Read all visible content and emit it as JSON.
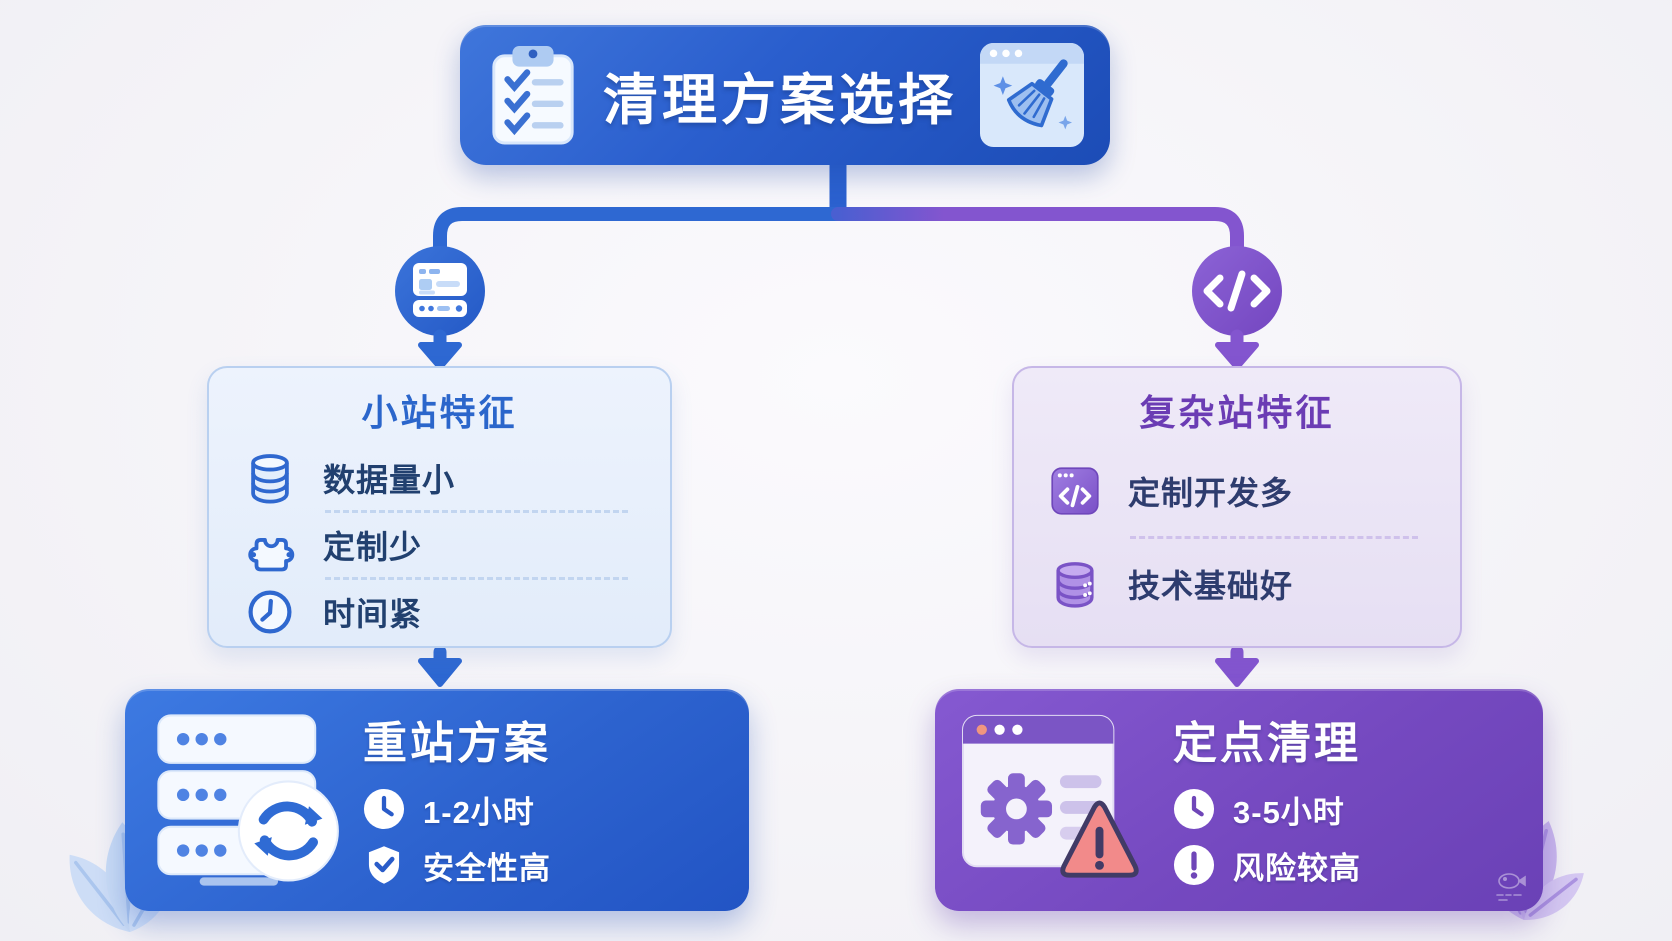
{
  "header": {
    "title": "清理方案选择",
    "left_icon": "clipboard-checklist-icon",
    "right_icon": "clean-window-broom-icon"
  },
  "branch_nodes": {
    "left_icon": "server-window-icon",
    "right_icon": "code-icon",
    "code_glyph": "</>"
  },
  "left_branch": {
    "feature_card": {
      "title": "小站特征",
      "items": [
        {
          "icon": "database-icon",
          "label": "数据量小"
        },
        {
          "icon": "puzzle-icon",
          "label": "定制少"
        },
        {
          "icon": "clock-icon",
          "label": "时间紧"
        }
      ]
    },
    "plan_card": {
      "title": "重站方案",
      "icon": "server-sync-icon",
      "items": [
        {
          "icon": "clock-badge-icon",
          "label": "1-2小时"
        },
        {
          "icon": "shield-check-icon",
          "label": "安全性高"
        }
      ]
    }
  },
  "right_branch": {
    "feature_card": {
      "title": "复杂站特征",
      "items": [
        {
          "icon": "code-window-icon",
          "label": "定制开发多"
        },
        {
          "icon": "database-icon",
          "label": "技术基础好"
        }
      ]
    },
    "plan_card": {
      "title": "定点清理",
      "icon": "browser-gear-warning-icon",
      "items": [
        {
          "icon": "clock-badge-icon",
          "label": "3-5小时"
        },
        {
          "icon": "exclamation-badge-icon",
          "label": "风险较高"
        }
      ]
    }
  },
  "colors": {
    "blue_primary": "#2e6ad3",
    "blue_dark": "#1c4cb6",
    "purple_primary": "#7e54cc",
    "purple_dark": "#6a41b6",
    "light_blue_card": "#e8f0fb",
    "light_purple_card": "#ece6f6",
    "text_navy": "#21406f",
    "warning_red": "#f28a8a",
    "white": "#ffffff"
  }
}
